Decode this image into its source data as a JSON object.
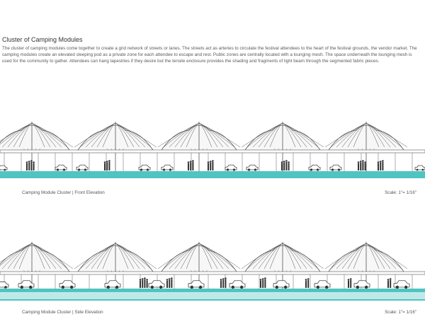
{
  "heading": "Cluster of Camping Modules",
  "description": "The cluster of camping modules come together to create a grid network of streets or lanes. The streets act as arteries to circulate the festival attendees to the heart of the festival grounds, the vendor market. The camping modules create an elevated sleeping pod as a private zone for each attendee to escape and rest. Public zones are centrally located with a lounging mesh. The space underneath the lounging mesh is used for the community to gather. Attendees can hang tapestries if they desire but the tensile enclosure provides the shading and fragments of light beam through the segmented fabric pieces.",
  "drawings": [
    {
      "caption": "Camping Module Cluster | Front Elevation",
      "scale": "Scale: 1\"= 1/16\""
    },
    {
      "caption": "Camping Module Cluster | Side Elevation",
      "scale": "Scale: 1\"= 1/16\""
    }
  ],
  "colors": {
    "ground": "#4fc4c3",
    "ground_light": "#bfe9e8",
    "line": "#555555",
    "figure": "#333333"
  }
}
